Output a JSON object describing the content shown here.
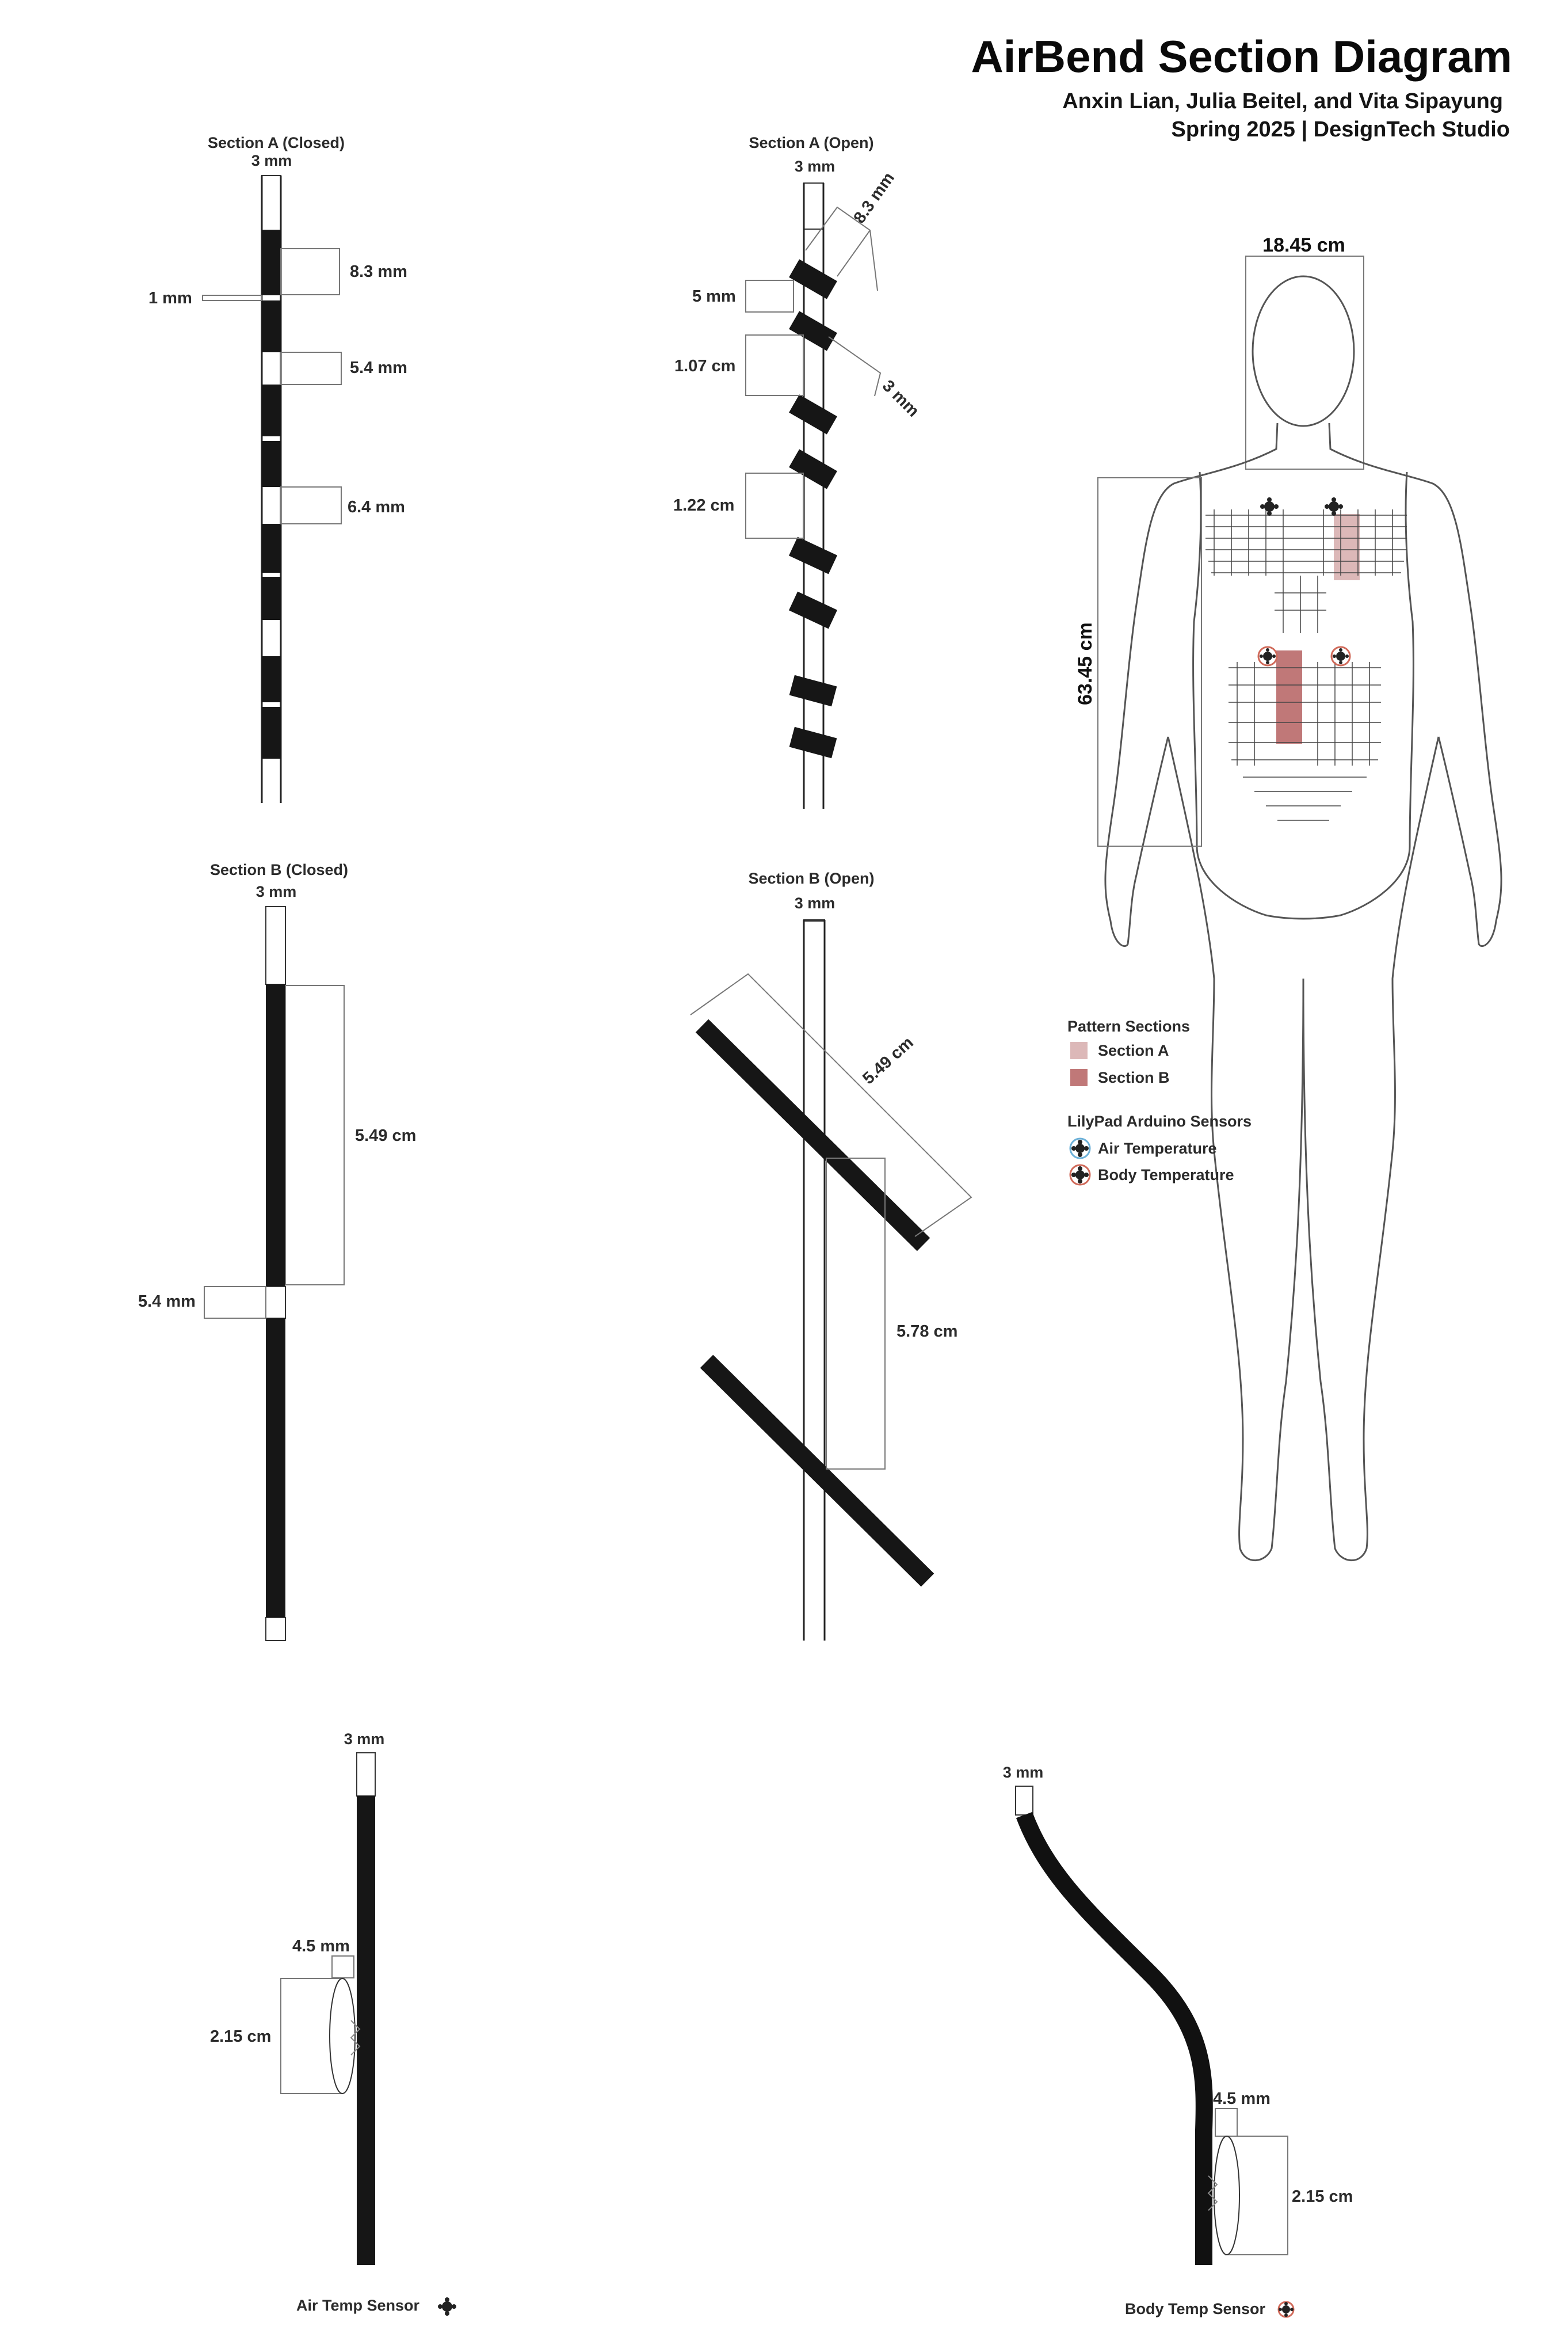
{
  "header": {
    "title": "AirBend Section Diagram",
    "authors": "Anxin Lian, Julia Beitel, and Vita Sipayung",
    "term": "Spring 2025 | DesignTech Studio"
  },
  "panels": {
    "section_a_closed": {
      "label": "Section A (Closed)",
      "dims": {
        "width": "3 mm",
        "seg1": "8.3 mm",
        "gap": "1 mm",
        "seg2": "5.4 mm",
        "seg3": "6.4 mm"
      }
    },
    "section_a_open": {
      "label": "Section A (Open)",
      "dims": {
        "width": "3 mm",
        "diag": "8.3 mm",
        "d1": "5 mm",
        "d2": "1.07 cm",
        "d3": "1.22 cm",
        "thickness": "3 mm"
      }
    },
    "section_b_closed": {
      "label": "Section B (Closed)",
      "dims": {
        "width": "3 mm",
        "length": "5.49 cm",
        "gap": "5.4 mm"
      }
    },
    "section_b_open": {
      "label": "Section B (Open)",
      "dims": {
        "width": "3 mm",
        "diag": "5.49 cm",
        "spacing": "5.78 cm"
      }
    },
    "air_temp_sensor": {
      "label": "Air Temp Sensor",
      "dims": {
        "width": "3 mm",
        "offset": "4.5 mm",
        "diameter": "2.15 cm"
      }
    },
    "body_temp_sensor": {
      "label": "Body Temp Sensor",
      "dims": {
        "width": "3 mm",
        "offset": "4.5 mm",
        "diameter": "2.15 cm"
      }
    }
  },
  "figure": {
    "head_width": "18.45 cm",
    "torso_height": "63.45 cm"
  },
  "legend": {
    "pattern_title": "Pattern Sections",
    "section_a": "Section A",
    "section_b": "Section B",
    "sensors_title": "LilyPad Arduino Sensors",
    "air_temperature": "Air Temperature",
    "body_temperature": "Body Temperature"
  },
  "colors": {
    "section_a": "#dcb8b8",
    "section_b": "#c07878",
    "air_sensor_ring": "#6bb0d8",
    "body_sensor_ring": "#d06a5a"
  }
}
